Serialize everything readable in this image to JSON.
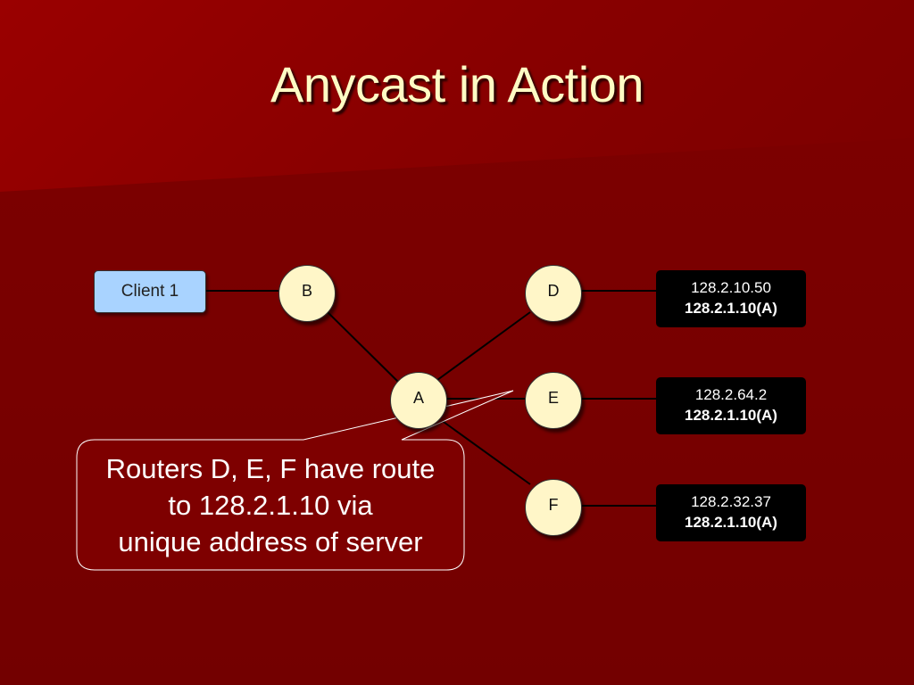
{
  "slide": {
    "title": "Anycast in Action"
  },
  "diagram": {
    "client": {
      "label": "Client 1"
    },
    "routers": {
      "b": "B",
      "a": "A",
      "d": "D",
      "e": "E",
      "f": "F"
    },
    "servers": [
      {
        "unicast": "128.2.10.50",
        "anycast": "128.2.1.10(A)"
      },
      {
        "unicast": "128.2.64.2",
        "anycast": "128.2.1.10(A)"
      },
      {
        "unicast": "128.2.32.37",
        "anycast": "128.2.1.10(A)"
      }
    ],
    "callout": {
      "line1": "Routers D, E, F have route",
      "line2": "to 128.2.1.10 via",
      "line3": "unique address of server"
    }
  },
  "colors": {
    "background": "#7a0000",
    "title": "#fffbc4",
    "router_fill": "#fff6c8",
    "client_fill": "#a9d3ff",
    "server_fill": "#000000"
  }
}
